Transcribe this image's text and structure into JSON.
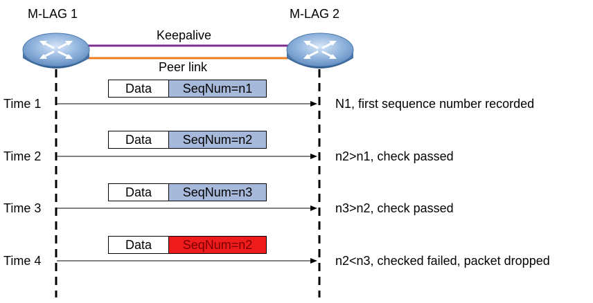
{
  "devices": {
    "left_label": "M-LAG 1",
    "right_label": "M-LAG 2"
  },
  "links": {
    "keepalive_label": "Keepalive",
    "peer_link_label": "Peer link",
    "keepalive_color": "#7b2d8e",
    "peer_link_color": "#f07c1e"
  },
  "rows": [
    {
      "time": "Time 1",
      "data": "Data",
      "seq": "SeqNum=n1",
      "seq_color": "#a6b9da",
      "seq_text_color": "#000000",
      "result": "N1, first sequence number recorded"
    },
    {
      "time": "Time 2",
      "data": "Data",
      "seq": "SeqNum=n2",
      "seq_color": "#a6b9da",
      "seq_text_color": "#000000",
      "result": "n2>n1, check passed"
    },
    {
      "time": "Time 3",
      "data": "Data",
      "seq": "SeqNum=n3",
      "seq_color": "#a6b9da",
      "seq_text_color": "#000000",
      "result": "n3>n2, check passed"
    },
    {
      "time": "Time 4",
      "data": "Data",
      "seq": "SeqNum=n2",
      "seq_color": "#ee1c1c",
      "seq_text_color": "#7a0000",
      "result": "n2<n3, checked failed, packet dropped"
    }
  ]
}
